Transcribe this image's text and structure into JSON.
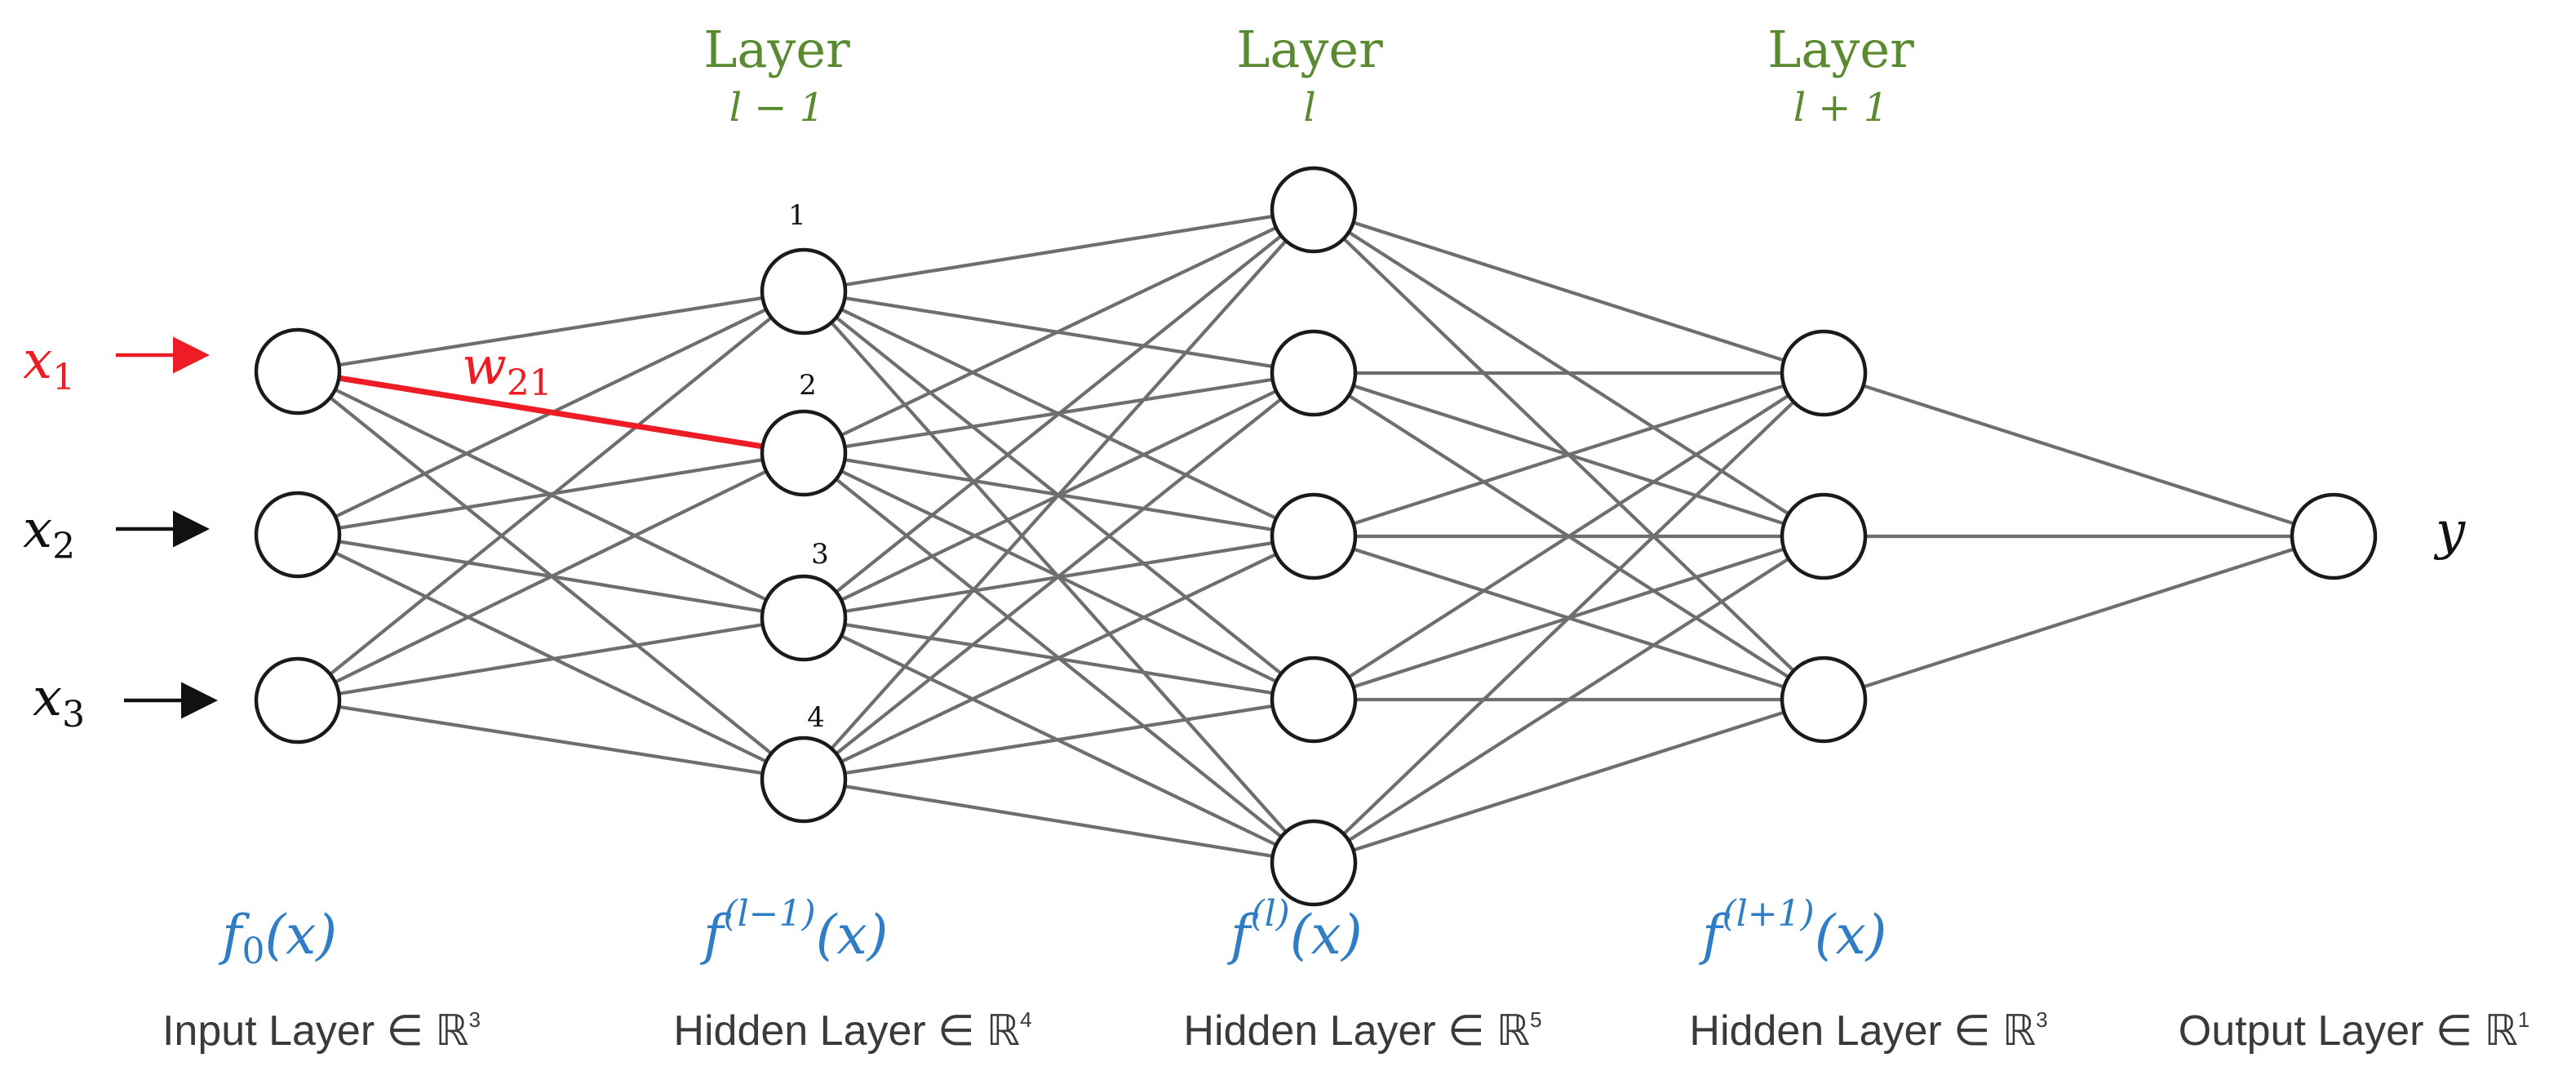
{
  "layer_titles": [
    {
      "title": "Layer",
      "sub": "l − 1"
    },
    {
      "title": "Layer",
      "sub": "l"
    },
    {
      "title": "Layer",
      "sub": "l + 1"
    }
  ],
  "node_indices": [
    "1",
    "2",
    "3",
    "4"
  ],
  "inputs": [
    {
      "var": "x",
      "sub": "1"
    },
    {
      "var": "x",
      "sub": "2"
    },
    {
      "var": "x",
      "sub": "3"
    }
  ],
  "output": "y",
  "highlighted_weight": {
    "var": "w",
    "sub": "21"
  },
  "functions": [
    {
      "base": "f",
      "sub": "0",
      "sup": "",
      "arg": "(x)"
    },
    {
      "base": "f",
      "sub": "",
      "sup": "(l−1)",
      "arg": "(x)"
    },
    {
      "base": "f",
      "sub": "",
      "sup": "(l)",
      "arg": "(x)"
    },
    {
      "base": "f",
      "sub": "",
      "sup": "(l+1)",
      "arg": "(x)"
    }
  ],
  "layer_labels": [
    {
      "text": "Input Layer ∈ ℝ",
      "dim": "3"
    },
    {
      "text": "Hidden Layer ∈ ℝ",
      "dim": "4"
    },
    {
      "text": "Hidden Layer ∈ ℝ",
      "dim": "5"
    },
    {
      "text": "Hidden Layer ∈ ℝ",
      "dim": "3"
    },
    {
      "text": "Output Layer ∈ ℝ",
      "dim": "1"
    }
  ],
  "colors": {
    "highlight": "#ee1c24",
    "layer_title": "#5a8a2f",
    "function": "#2f7dc4",
    "edge": "#6e6e6e"
  }
}
